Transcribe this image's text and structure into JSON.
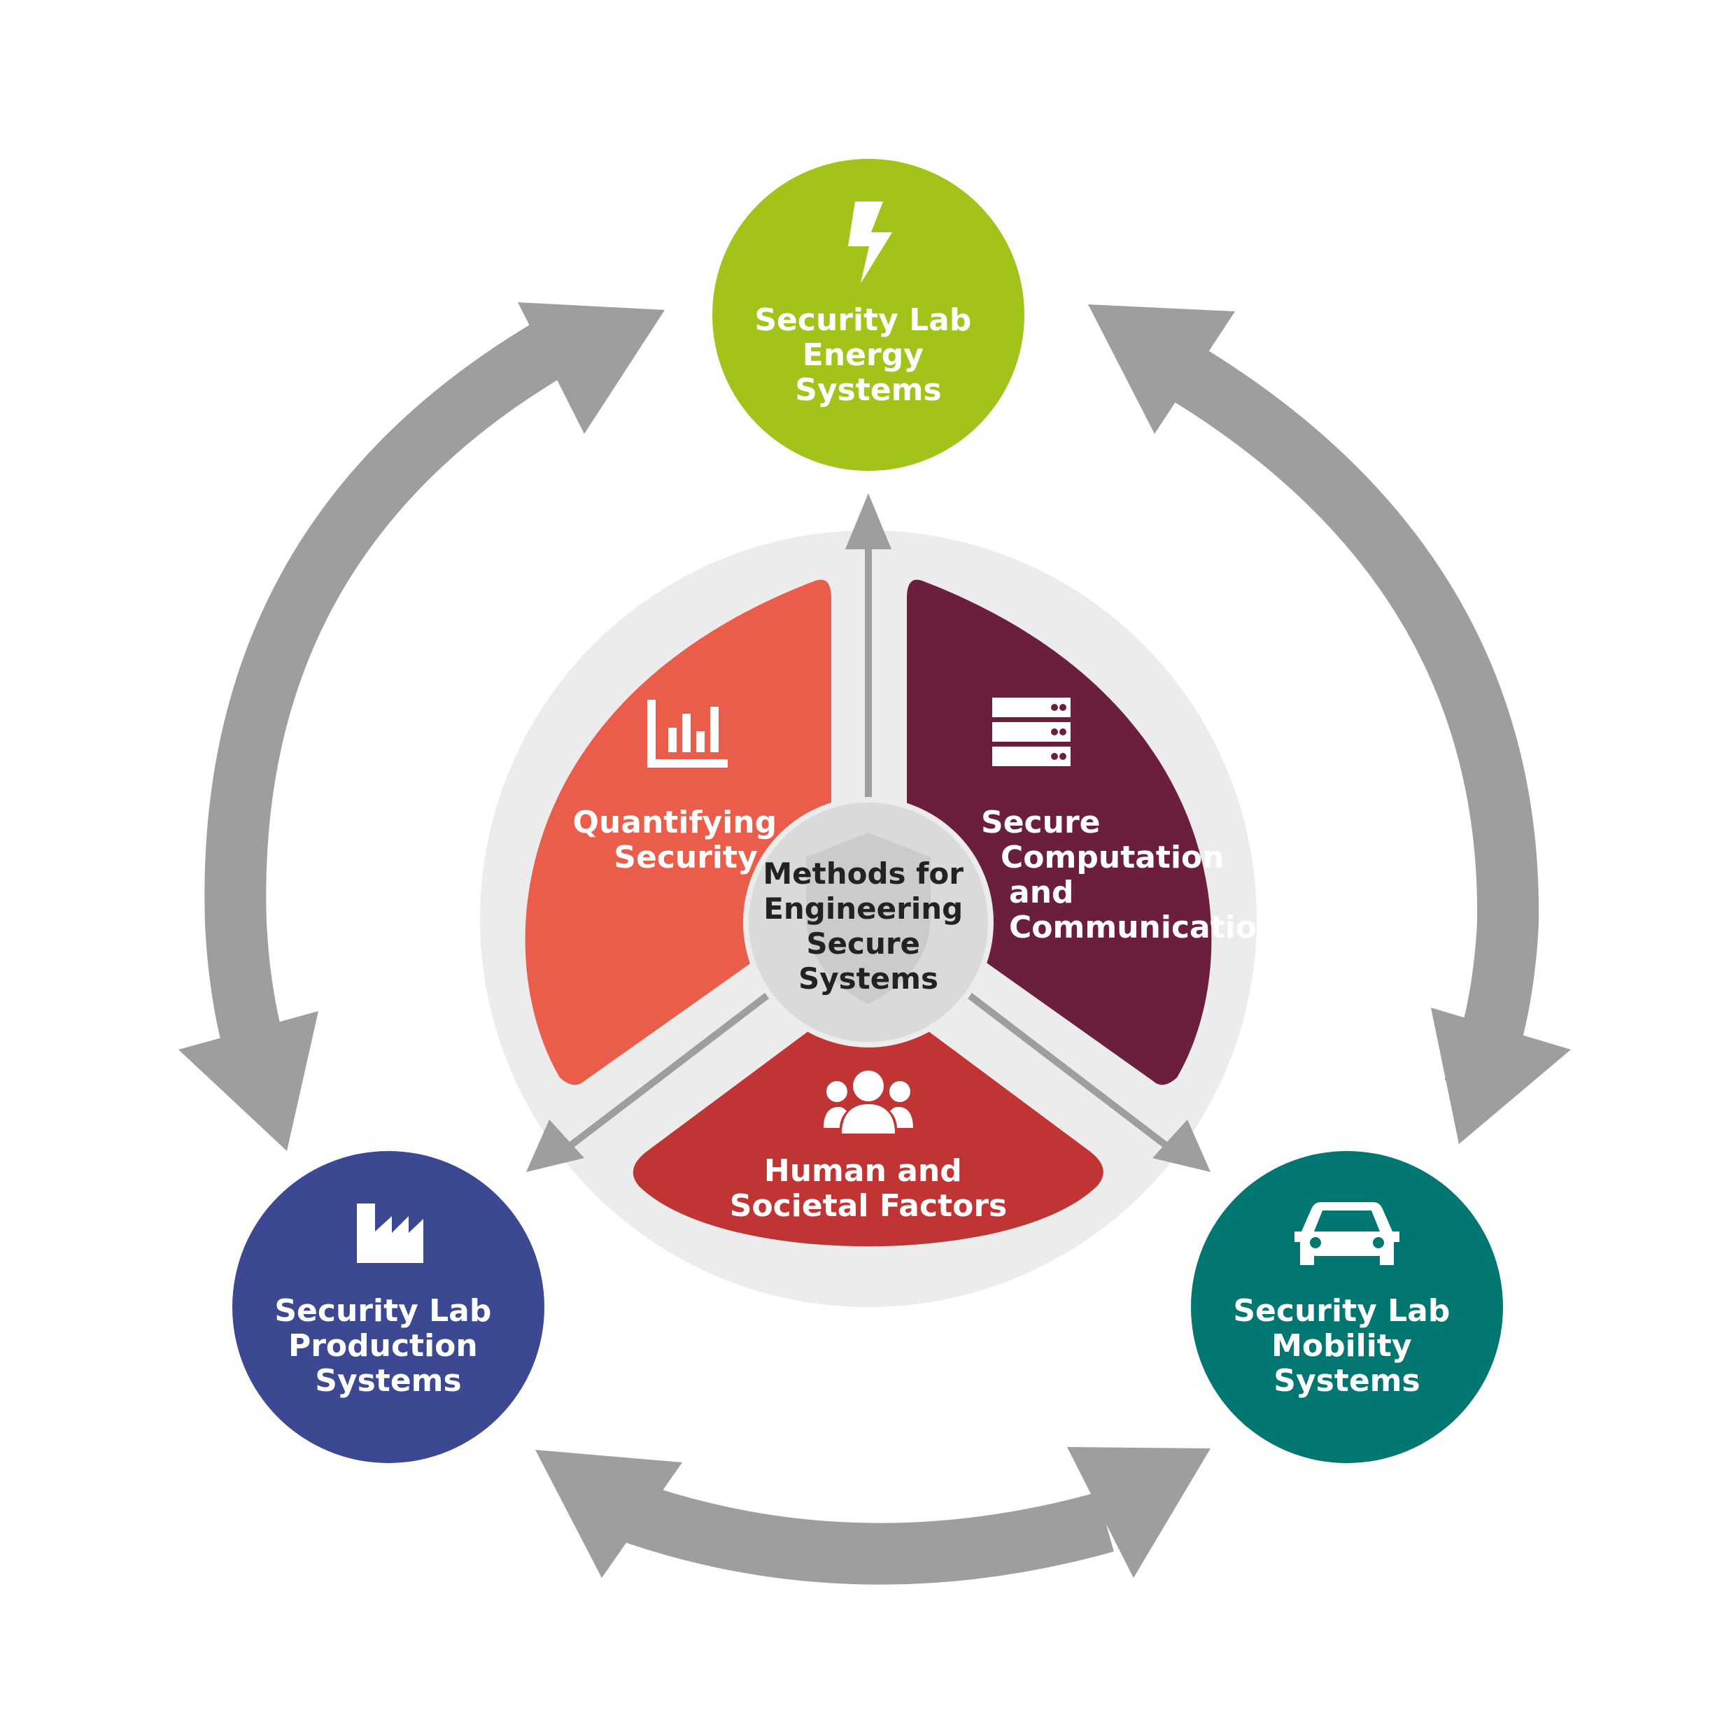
{
  "center": {
    "lines": [
      "Methods for",
      "Engineering",
      "Secure",
      "Systems"
    ],
    "icon": "shield-icon"
  },
  "segments": [
    {
      "id": "quantifying",
      "lines": [
        "Quantifying",
        "Security"
      ],
      "icon": "bar-chart-icon",
      "color": "#e95d4a"
    },
    {
      "id": "secure-computation",
      "lines": [
        "Secure",
        "Computation",
        "and",
        "Communication"
      ],
      "icon": "server-icon",
      "color": "#6b1f3d"
    },
    {
      "id": "human-societal",
      "lines": [
        "Human and",
        "Societal Factors"
      ],
      "icon": "people-icon",
      "color": "#c03434"
    }
  ],
  "labs": [
    {
      "id": "energy",
      "lines": [
        "Security Lab",
        "Energy",
        "Systems"
      ],
      "icon": "lightning-icon",
      "color": "#a2c41a"
    },
    {
      "id": "production",
      "lines": [
        "Security Lab",
        "Production",
        "Systems"
      ],
      "icon": "factory-icon",
      "color": "#3d4892"
    },
    {
      "id": "mobility",
      "lines": [
        "Security Lab",
        "Mobility",
        "Systems"
      ],
      "icon": "car-icon",
      "color": "#027670"
    }
  ],
  "colors": {
    "arrow": "#9e9e9e",
    "ring": "#ececec",
    "hub": "#dadada"
  }
}
